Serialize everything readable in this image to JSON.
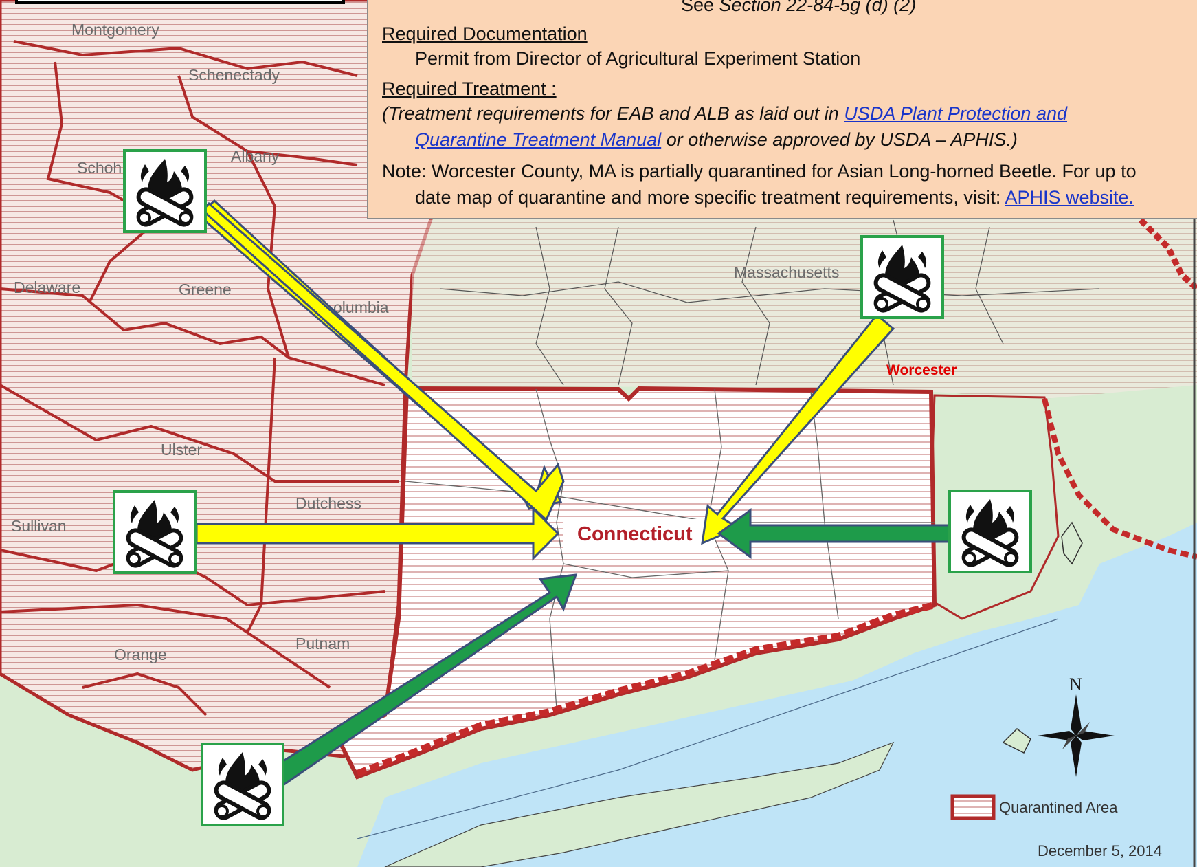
{
  "info": {
    "section_ref_prefix": "See ",
    "section_ref": "Section 22-84-5g (d) (2)",
    "doc_heading": "Required Documentation",
    "doc_text": "Permit from Director of Agricultural Experiment Station",
    "treatment_heading": "Required Treatment :",
    "treatment_text_a": "(Treatment requirements for EAB and ALB as laid out in ",
    "treatment_link_a": " USDA Plant Protection and",
    "treatment_link_b": "Quarantine Treatment Manual",
    "treatment_text_b": " or otherwise approved by USDA – APHIS.)",
    "note_a": "Note: Worcester County, MA is partially quarantined for Asian Long-horned Beetle. For up to",
    "note_b": "date map of quarantine and more specific treatment requirements, visit: ",
    "note_link": "APHIS website."
  },
  "map": {
    "counties": {
      "montgomery": "Montgomery",
      "schenectady": "Schenectady",
      "albany": "Albany",
      "schoharie": "Schoh",
      "delaware": "Delaware",
      "greene": "Greene",
      "columbia": "olumbia",
      "ulster": "Ulster",
      "dutchess": "Dutchess",
      "sullivan": "Sullivan",
      "putnam": "Putnam",
      "orange": "Orange"
    },
    "state_ma": "Massachusetts",
    "worcester": "Worcester",
    "connecticut": "Connecticut",
    "north": "N",
    "legend_label": "Quarantined Area",
    "date": "December 5, 2014",
    "icon": "firewood-campfire-icon",
    "colors": {
      "quarantine_border": "#b02a2a",
      "quarantine_fill": "#f3d9d4",
      "land": "#d8ecd2",
      "water": "#bfe4f7",
      "arrow_restricted": "#ffff00",
      "arrow_allowed": "#1e9b4a",
      "info_box": "#fbd5b5"
    }
  }
}
